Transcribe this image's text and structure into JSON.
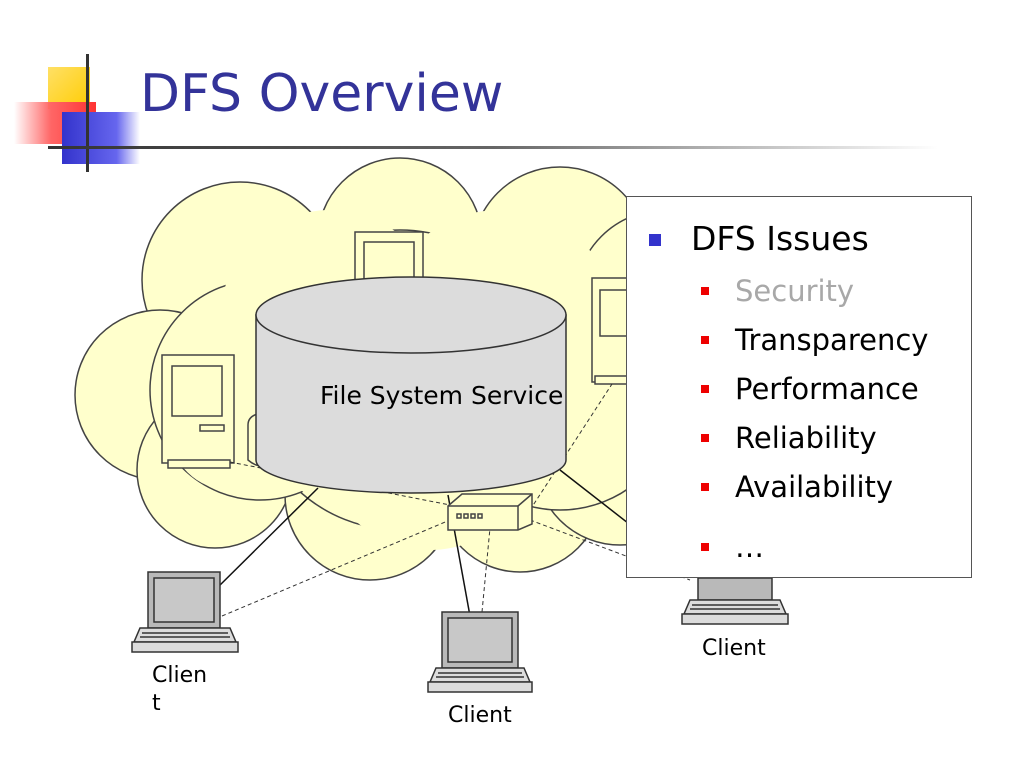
{
  "slide": {
    "title": "DFS Overview",
    "accent_color": "#333399"
  },
  "diagram": {
    "service_label": "File System Service",
    "clients": [
      "Clien t",
      "Client",
      "Client"
    ]
  },
  "issues": {
    "heading": "DFS Issues",
    "items": [
      {
        "label": "Security",
        "muted": true
      },
      {
        "label": "Transparency",
        "muted": false
      },
      {
        "label": "Performance",
        "muted": false
      },
      {
        "label": "Reliability",
        "muted": false
      },
      {
        "label": "Availability",
        "muted": false
      },
      {
        "label": "…",
        "muted": false
      }
    ],
    "bullet_color_l1": "#3333cc",
    "bullet_color_l2": "#ee0000",
    "muted_color": "#a8a8a8"
  }
}
